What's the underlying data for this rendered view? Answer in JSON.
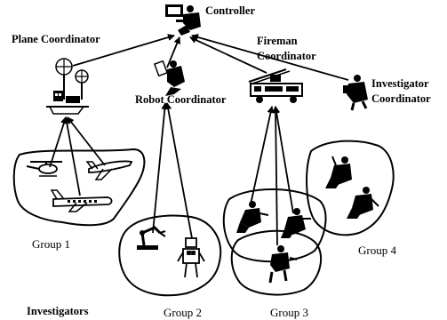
{
  "nodes": {
    "controller": "Controller",
    "plane_coordinator": "Plane Coordinator",
    "robot_coordinator": "Robot Coordinator",
    "fireman_coordinator_line1": "Fireman",
    "fireman_coordinator_line2": "Coordinator",
    "investigator_coordinator_line1": "Investigator",
    "investigator_coordinator_line2": "Coordinator"
  },
  "groups": {
    "group1": "Group 1",
    "group2": "Group 2",
    "group3": "Group 3",
    "group4": "Group 4"
  },
  "footer": {
    "investigators": "Investigators"
  },
  "colors": {
    "ink": "#000000",
    "background": "#ffffff"
  }
}
